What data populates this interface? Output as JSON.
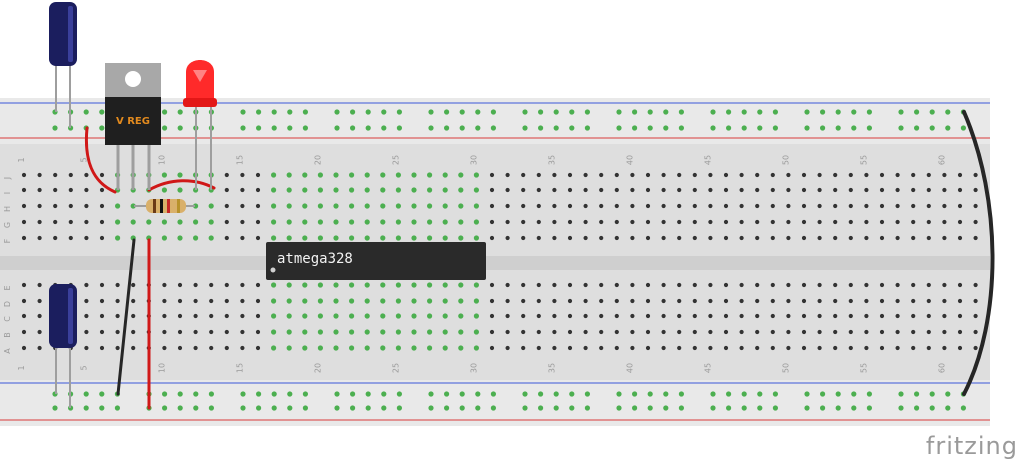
{
  "breadboard": {
    "column_numbers": [
      "1",
      "5",
      "10",
      "15",
      "20",
      "25",
      "30",
      "35",
      "40",
      "45",
      "50",
      "55",
      "60"
    ],
    "row_letters_top": [
      "J",
      "I",
      "H",
      "G",
      "F"
    ],
    "row_letters_bottom": [
      "E",
      "D",
      "C",
      "B",
      "A"
    ]
  },
  "chip": {
    "label": "atmega328"
  },
  "regulator": {
    "label": "V REG"
  },
  "brand": {
    "name": "fritzing"
  },
  "colors": {
    "board": "#dedede",
    "rail_board": "#e9e9e9",
    "hole": "#333333",
    "hole_connected": "#4caf50",
    "rail_blue": "#3c57d9",
    "rail_red": "#d93a3a",
    "wire_red": "#d01818",
    "wire_black": "#262626",
    "led_red": "#ff2a2a",
    "capacitor": "#1b1e5e",
    "regulator_body": "#1f1f1f",
    "regulator_label": "#e28a1e"
  }
}
